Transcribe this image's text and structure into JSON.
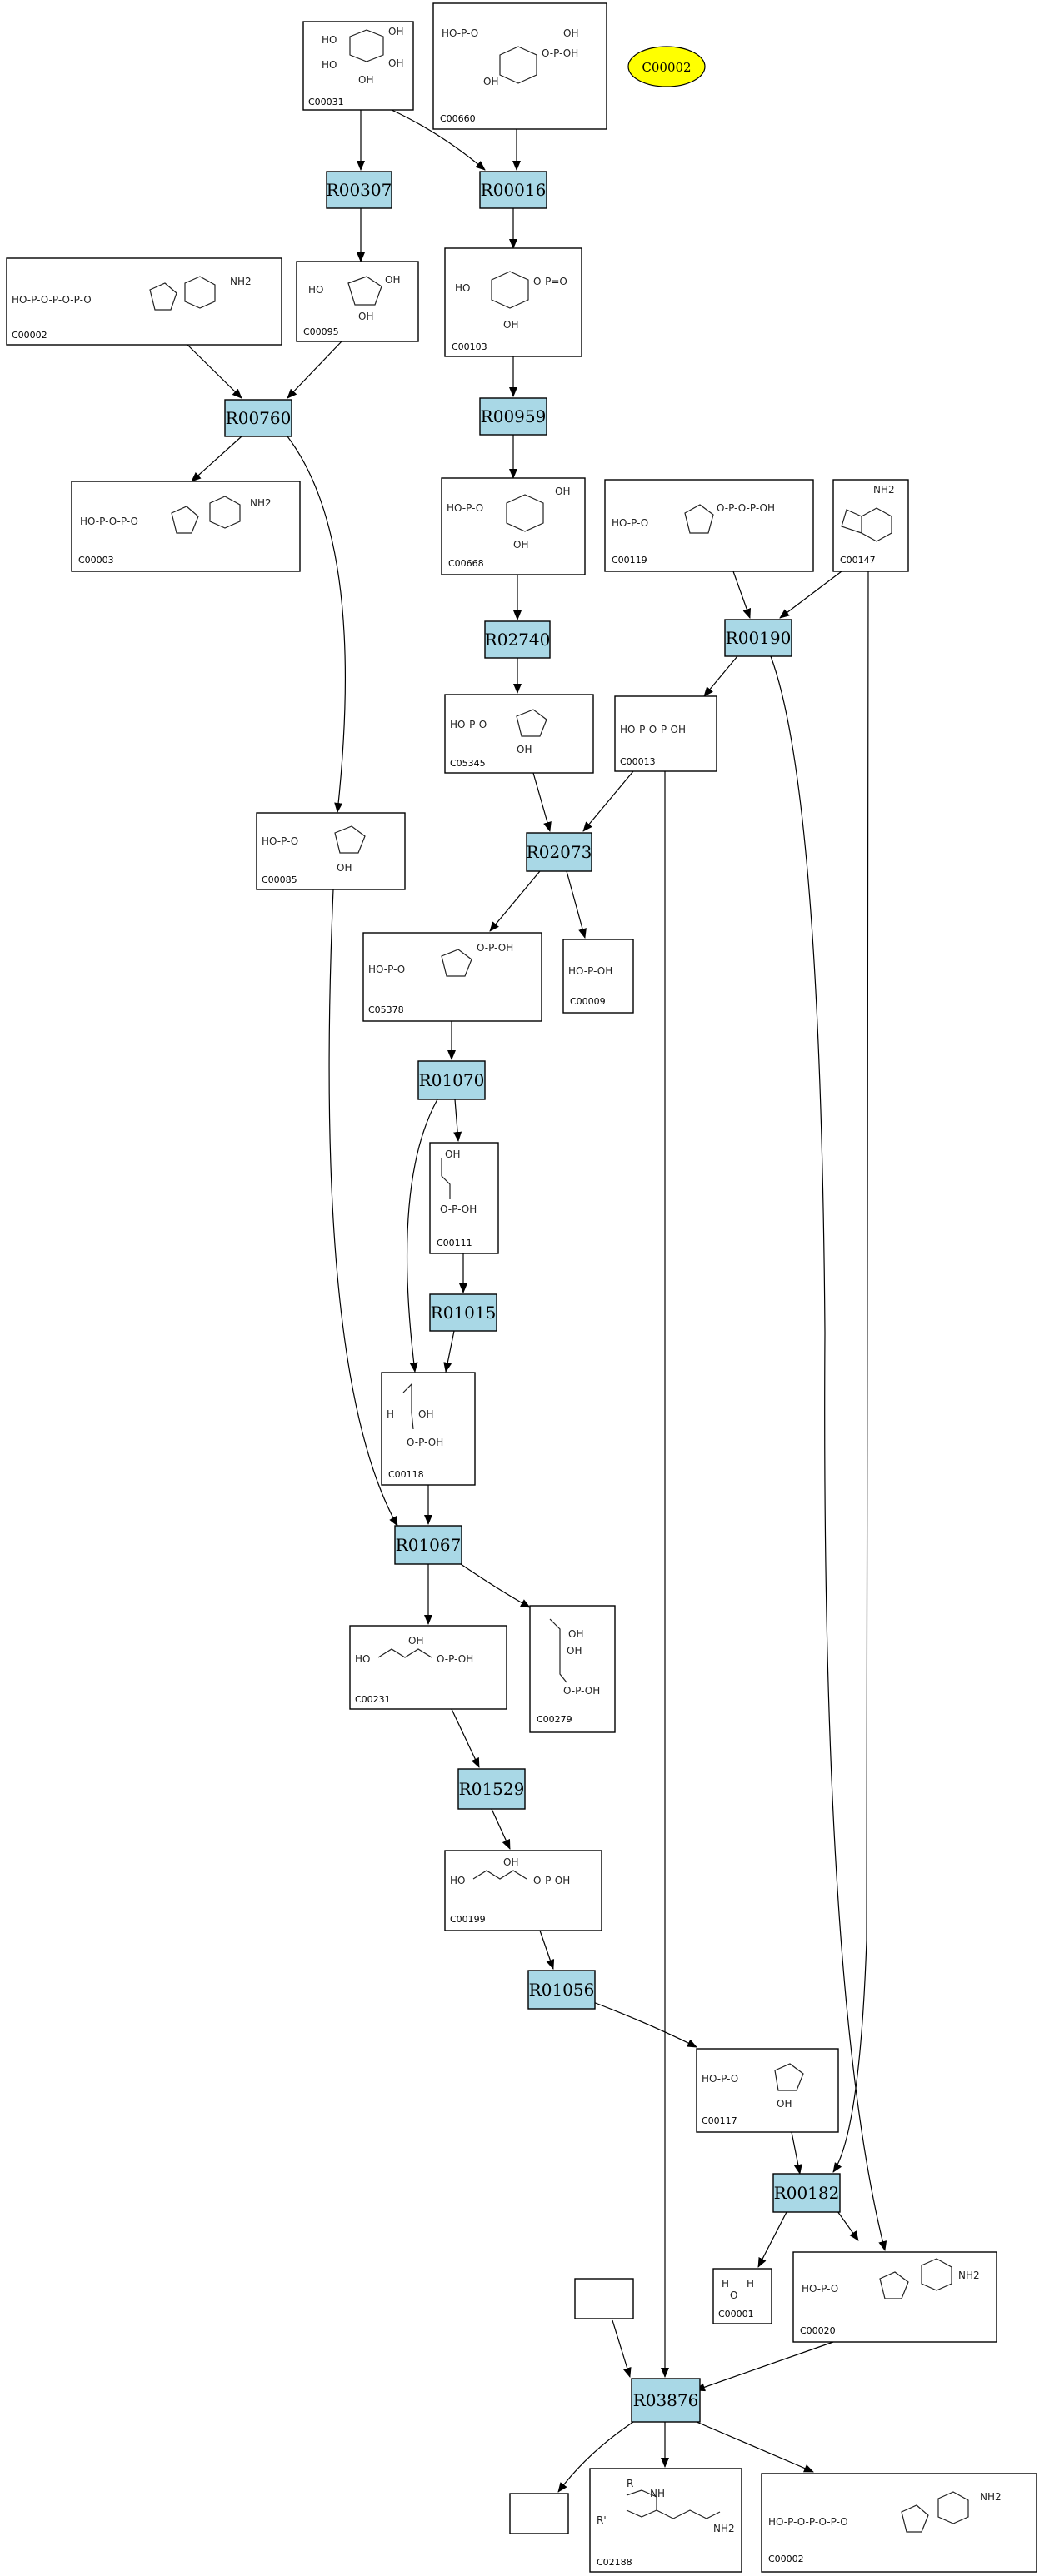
{
  "compounds": [
    {
      "id": "C00031",
      "formula": [
        "HO",
        "OH",
        "HO",
        "OH",
        "OH"
      ]
    },
    {
      "id": "C00660",
      "formula": [
        "HO-P-O",
        "OH",
        "O-P-OH",
        "OH"
      ]
    },
    {
      "id": "C00002",
      "formula": [
        "HO-P-O-P-O-P-O",
        "NH2"
      ]
    },
    {
      "id": "C00095",
      "formula": [
        "HO",
        "OH",
        "OH"
      ]
    },
    {
      "id": "C00103",
      "formula": [
        "HO",
        "O-P=O",
        "OH"
      ]
    },
    {
      "id": "C00003",
      "formula": [
        "HO-P-O-P-O",
        "NH2"
      ]
    },
    {
      "id": "C00668",
      "formula": [
        "HO-P-O",
        "OH",
        "OH"
      ]
    },
    {
      "id": "C00119",
      "formula": [
        "HO-P-O",
        "O-P-O-P-OH"
      ]
    },
    {
      "id": "C00147",
      "formula": [
        "NH2"
      ]
    },
    {
      "id": "C05345",
      "formula": [
        "HO-P-O",
        "OH"
      ]
    },
    {
      "id": "C00013",
      "formula": [
        "HO-P-O-P-OH"
      ]
    },
    {
      "id": "C00085",
      "formula": [
        "HO-P-O",
        "OH"
      ]
    },
    {
      "id": "C05378",
      "formula": [
        "HO-P-O",
        "O-P-OH"
      ]
    },
    {
      "id": "C00009",
      "formula": [
        "HO-P-OH"
      ]
    },
    {
      "id": "C00111",
      "formula": [
        "OH",
        "O-P-OH"
      ]
    },
    {
      "id": "C00118",
      "formula": [
        "H",
        "OH",
        "O-P-OH"
      ]
    },
    {
      "id": "C00231",
      "formula": [
        "HO",
        "OH",
        "O-P-OH"
      ]
    },
    {
      "id": "C00279",
      "formula": [
        "OH",
        "OH",
        "O-P-OH"
      ]
    },
    {
      "id": "C00199",
      "formula": [
        "HO",
        "OH",
        "O-P-OH"
      ]
    },
    {
      "id": "C00117",
      "formula": [
        "HO-P-O",
        "OH"
      ]
    },
    {
      "id": "C00001",
      "formula": [
        "H",
        "O",
        "H"
      ]
    },
    {
      "id": "C00020",
      "formula": [
        "HO-P-O",
        "NH2"
      ]
    },
    {
      "id": "C02188",
      "formula": [
        "R",
        "NH",
        "R'",
        "NH2"
      ]
    },
    {
      "id": "C00002",
      "formula": [
        "HO-P-O-P-O-P-O",
        "NH2"
      ]
    }
  ],
  "reactions": [
    "R00307",
    "R00016",
    "R00760",
    "R00959",
    "R02740",
    "R00190",
    "R02073",
    "R01070",
    "R01015",
    "R01067",
    "R01529",
    "R01056",
    "R00182",
    "R03876"
  ],
  "legend": {
    "label": "C00002",
    "color": "#ffff00"
  },
  "colors": {
    "reaction_fill": "#a9d8e6",
    "edge": "#000000"
  }
}
